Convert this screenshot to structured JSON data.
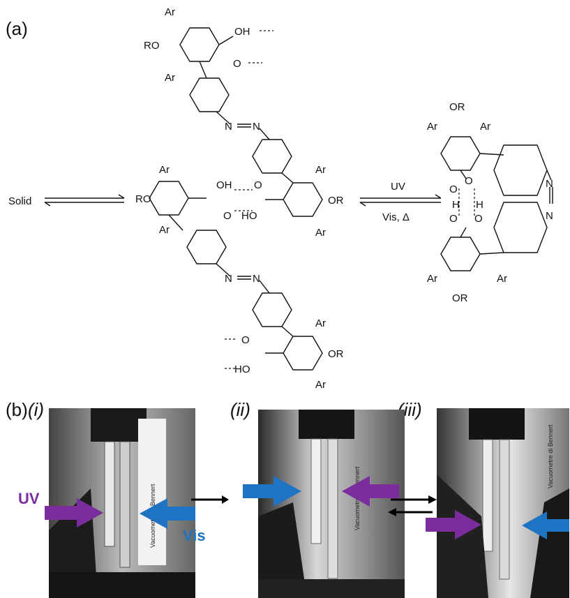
{
  "panel_labels": {
    "a": "(a)",
    "b": "(b)",
    "i": "(i)",
    "ii": "(ii)",
    "iii": "(iii)"
  },
  "equilibrium_left": {
    "label": "Solid"
  },
  "equilibrium_right": {
    "top": "UV",
    "bottom": "Vis, Δ"
  },
  "atoms": {
    "ar": "Ar",
    "ro": "RO",
    "or": "OR",
    "oh": "OH",
    "ho": "HO",
    "o": "O",
    "h": "H",
    "n": "N"
  },
  "photo_labels": {
    "uv": "UV",
    "vis": "Vis"
  },
  "photo_text": {
    "vacuometer": "Vacuometre di Bennert"
  },
  "colors": {
    "uv": "#7b2d9e",
    "vis": "#1e73c2"
  }
}
